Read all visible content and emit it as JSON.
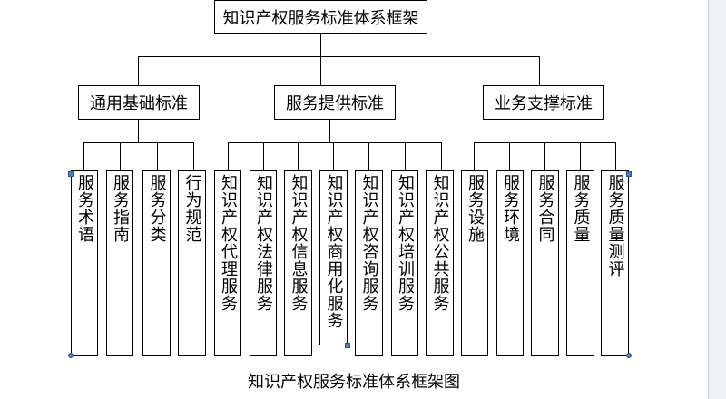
{
  "root": "知识产权服务标准体系框架",
  "categories": [
    {
      "label": "通用基础标准",
      "items": [
        "服务术语",
        "服务指南",
        "服务分类",
        "行为规范"
      ]
    },
    {
      "label": "服务提供标准",
      "items": [
        "知识产权代理服务",
        "知识产权法律服务",
        "知识产权信息服务",
        "知识产权商用化服务",
        "知识产权咨询服务",
        "知识产权培训服务",
        "知识产权公共服务"
      ]
    },
    {
      "label": "业务支撑标准",
      "items": [
        "服务设施",
        "服务环境",
        "服务合同",
        "服务质量",
        "服务质量测评"
      ]
    }
  ],
  "caption": "知识产权服务标准体系框架图",
  "colors": {
    "line": "#000000",
    "handle": "#4a7ebb"
  }
}
